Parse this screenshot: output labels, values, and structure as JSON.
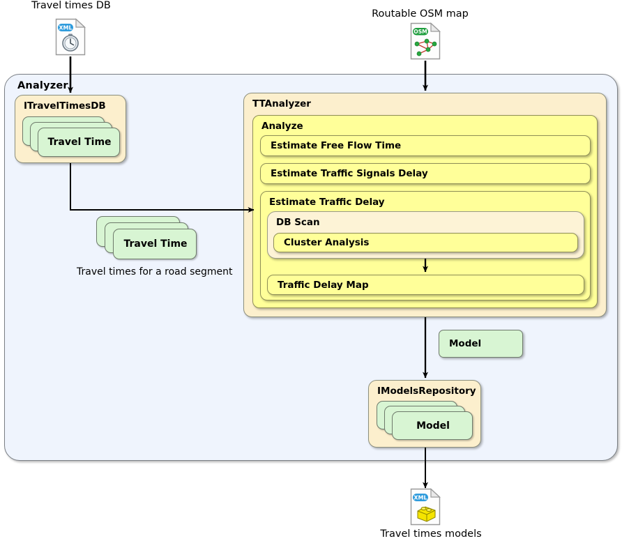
{
  "diagram": {
    "title": "TTAnalyzer activity / data-flow diagram",
    "colors": {
      "container_fill": "#eff4fd",
      "container_border": "#7a7f85",
      "cream_fill": "#fcefcd",
      "soft_cream_fill": "#fdf3d6",
      "yellow_fill": "#ffff99",
      "green_fill": "#d8f5d3",
      "wire": "#000000"
    }
  },
  "external": {
    "input_db": {
      "label": "Travel times DB",
      "icon": "xml-stopwatch-file-icon",
      "badge": "XML"
    },
    "input_map": {
      "label": "Routable OSM map",
      "icon": "osm-graph-file-icon",
      "badge": "OSM"
    },
    "output_models": {
      "label": "Travel times models",
      "icon": "xml-brick-file-icon",
      "badge": "XML"
    }
  },
  "analyzer": {
    "title": "Analyzer",
    "travel_times_db": {
      "title": "ITravelTimesDB",
      "stack_label": "Travel Time",
      "stack_count": 3
    },
    "road_segment_stack": {
      "stack_label": "Travel Time",
      "stack_count": 3,
      "caption": "Travel times for a road segment"
    },
    "ttanalyzer": {
      "title": "TTAnalyzer",
      "analyze": {
        "title": "Analyze",
        "steps": [
          {
            "label": "Estimate Free Flow Time"
          },
          {
            "label": "Estimate Traffic Signals Delay"
          }
        ],
        "traffic_delay": {
          "title": "Estimate Traffic Delay",
          "db_scan": {
            "title": "DB Scan",
            "child": "Cluster Analysis"
          },
          "result": "Traffic Delay Map"
        }
      }
    },
    "model_artifact": {
      "label": "Model"
    },
    "models_repository": {
      "title": "IModelsRepository",
      "stack_label": "Model",
      "stack_count": 3
    }
  }
}
